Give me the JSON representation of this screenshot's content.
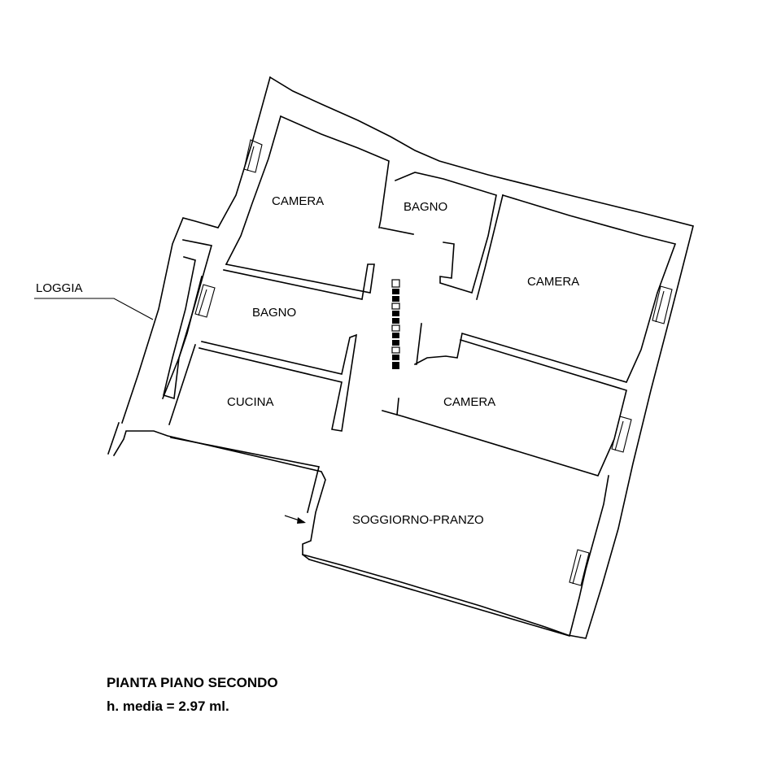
{
  "plan": {
    "rooms": [
      {
        "id": "camera-nw",
        "label": "CAMERA"
      },
      {
        "id": "bagno-north",
        "label": "BAGNO"
      },
      {
        "id": "camera-east",
        "label": "CAMERA"
      },
      {
        "id": "bagno-west",
        "label": "BAGNO"
      },
      {
        "id": "cucina",
        "label": "CUCINA"
      },
      {
        "id": "camera-center",
        "label": "CAMERA"
      },
      {
        "id": "soggiorno",
        "label": "SOGGIORNO-PRANZO"
      }
    ],
    "loggia_label": "LOGGIA",
    "line_color": "#000000"
  },
  "caption": {
    "title": "PIANTA PIANO SECONDO",
    "height_note": "h. media = 2.97 ml."
  }
}
